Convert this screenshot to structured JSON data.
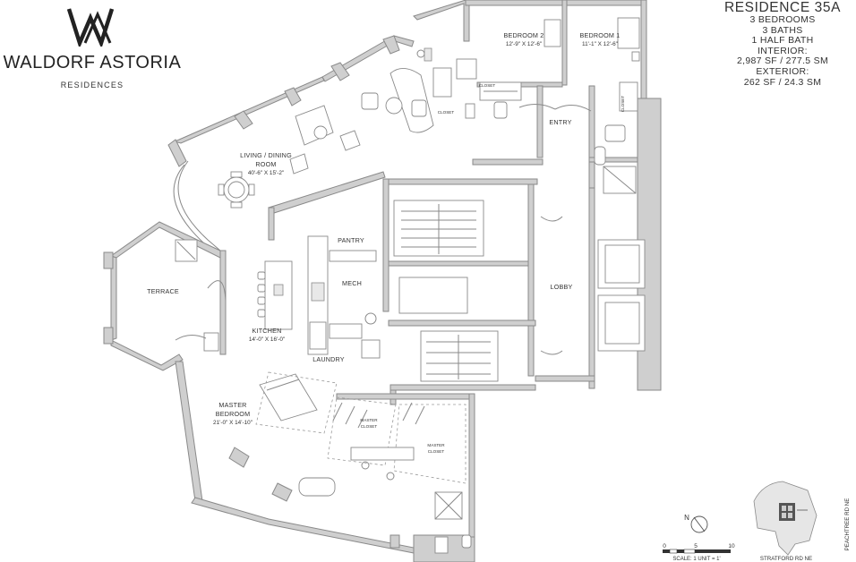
{
  "brand": {
    "name": "WALDORF ASTORIA",
    "subtitle": "RESIDENCES"
  },
  "residence": {
    "title": "RESIDENCE 35A",
    "lines": [
      "3 BEDROOMS",
      "3 BATHS",
      "1 HALF BATH",
      "INTERIOR:",
      "2,987 SF / 277.5 SM",
      "EXTERIOR:",
      "262 SF / 24.3 SM"
    ]
  },
  "rooms": {
    "bedroom2": {
      "name": "BEDROOM 2",
      "dims": "12'-9\" X 12'-6\""
    },
    "bedroom1": {
      "name": "BEDROOM 1",
      "dims": "11'-1\" X 12'-6\""
    },
    "living": {
      "name_line1": "LIVING / DINING",
      "name_line2": "ROOM",
      "dims": "40'-6\" X 15'-2\""
    },
    "entry": {
      "name": "ENTRY"
    },
    "pantry": {
      "name": "PANTRY"
    },
    "mech": {
      "name": "MECH"
    },
    "terrace": {
      "name": "TERRACE"
    },
    "lobby": {
      "name": "LOBBY"
    },
    "kitchen": {
      "name": "KITCHEN",
      "dims": "14'-0\" X 16'-0\""
    },
    "laundry": {
      "name": "LAUNDRY"
    },
    "master_bedroom": {
      "name_line1": "MASTER",
      "name_line2": "BEDROOM",
      "dims": "21'-0\" X 14'-10\""
    },
    "master_closet_a": {
      "name_line1": "MASTER",
      "name_line2": "CLOSET"
    },
    "master_closet_b": {
      "name_line1": "MASTER",
      "name_line2": "CLOSET"
    },
    "closet1": "CLOSET",
    "closet2": "CLOSET",
    "closet3": "CLOSET"
  },
  "legend": {
    "north": "N",
    "scale_ticks": [
      "0",
      "5",
      "10"
    ],
    "scale_text": "SCALE: 1 UNIT = 1'",
    "street_east": "PEACHTREE RD NE",
    "street_south": "STRATFORD RD NE"
  }
}
